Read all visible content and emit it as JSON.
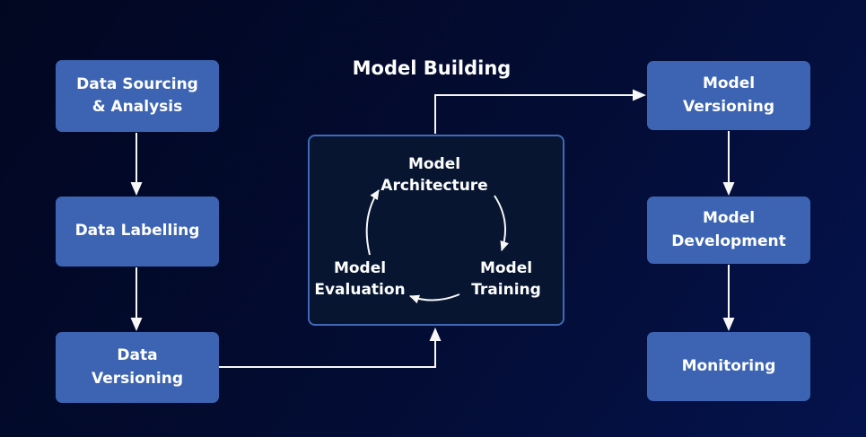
{
  "title": "Model Building",
  "left_column": [
    {
      "label": "Data Sourcing\n& Analysis"
    },
    {
      "label": "Data Labelling"
    },
    {
      "label": "Data\nVersioning"
    }
  ],
  "right_column": [
    {
      "label": "Model\nVersioning"
    },
    {
      "label": "Model\nDevelopment"
    },
    {
      "label": "Monitoring"
    }
  ],
  "cycle": {
    "steps": [
      {
        "label": "Model\nArchitecture"
      },
      {
        "label": "Model\nTraining"
      },
      {
        "label": "Model\nEvaluation"
      }
    ]
  },
  "colors": {
    "background_start": "#020721",
    "background_mid": "#030c33",
    "background_end": "#05134d",
    "node_fill": "#3c64b2",
    "cycle_border": "#4069b8",
    "cycle_fill": "#071531",
    "arrow": "#f7f7f7",
    "text": "#ffffff"
  }
}
